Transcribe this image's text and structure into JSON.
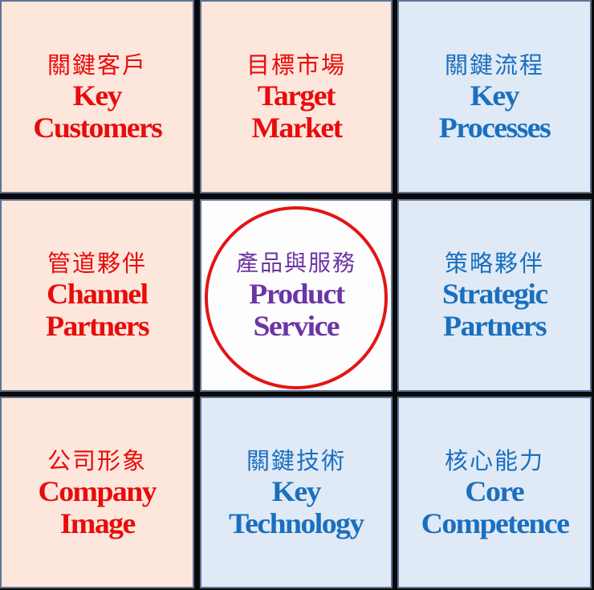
{
  "diagram": {
    "title": "Business model 3x3 grid",
    "colors": {
      "gap": "#0a0a0a",
      "cell_border": "#5d7393",
      "pink_fill": "#fde6dc",
      "blue_fill": "#dfeaf6",
      "center_fill": "#fdfdfd",
      "red_text": "#e80c0c",
      "blue_text": "#1a6fbf",
      "purple_text": "#6b35a5",
      "circle": "#e31515"
    },
    "cells": [
      {
        "position": "top-left",
        "zh": "關鍵客戶",
        "en_line1": "Key",
        "en_line2": "Customers",
        "theme": "pink"
      },
      {
        "position": "top-center",
        "zh": "目標市場",
        "en_line1": "Target",
        "en_line2": "Market",
        "theme": "pink"
      },
      {
        "position": "top-right",
        "zh": "關鍵流程",
        "en_line1": "Key",
        "en_line2": "Processes",
        "theme": "blue"
      },
      {
        "position": "middle-left",
        "zh": "管道夥伴",
        "en_line1": "Channel",
        "en_line2": "Partners",
        "theme": "pink"
      },
      {
        "position": "center",
        "zh": "產品與服務",
        "en_line1": "Product",
        "en_line2": "Service",
        "theme": "white"
      },
      {
        "position": "middle-right",
        "zh": "策略夥伴",
        "en_line1": "Strategic",
        "en_line2": "Partners",
        "theme": "blue"
      },
      {
        "position": "bottom-left",
        "zh": "公司形象",
        "en_line1": "Company",
        "en_line2": "Image",
        "theme": "pink"
      },
      {
        "position": "bottom-center",
        "zh": "關鍵技術",
        "en_line1": "Key",
        "en_line2": "Technology",
        "theme": "blue"
      },
      {
        "position": "bottom-right",
        "zh": "核心能力",
        "en_line1": "Core",
        "en_line2": "Competence",
        "theme": "blue"
      }
    ]
  }
}
